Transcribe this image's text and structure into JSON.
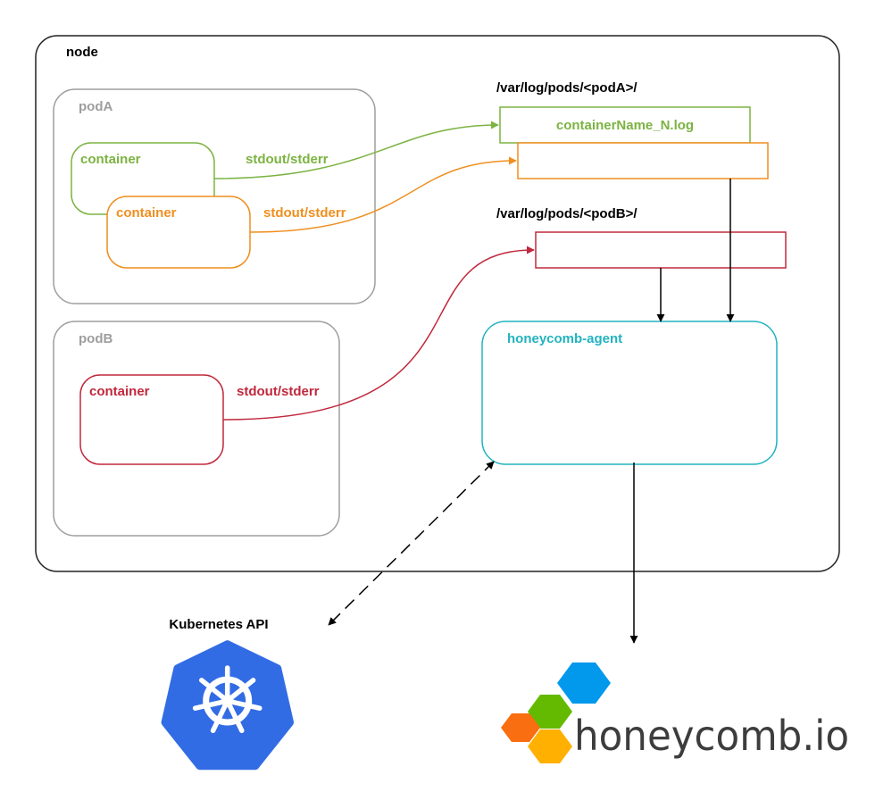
{
  "node": {
    "label": "node"
  },
  "podA": {
    "label": "podA",
    "containers": [
      {
        "label": "container",
        "stream": "stdout/stderr"
      },
      {
        "label": "container",
        "stream": "stdout/stderr"
      }
    ]
  },
  "podB": {
    "label": "podB",
    "containers": [
      {
        "label": "container",
        "stream": "stdout/stderr"
      }
    ]
  },
  "paths": {
    "podA": "/var/log/pods/<podA>/",
    "podB": "/var/log/pods/<podB>/"
  },
  "logfile": {
    "label": "containerName_N.log"
  },
  "agent": {
    "label": "honeycomb-agent"
  },
  "k8s": {
    "label": "Kubernetes API"
  },
  "honeycomb": {
    "label": "honeycomb.io"
  },
  "colors": {
    "green": "#7cb342",
    "orange": "#ef8f1f",
    "red": "#c0283c",
    "teal": "#22b3bf",
    "gray": "#9e9e9e",
    "k8s_blue": "#326ce5",
    "hc_blue": "#0298ec",
    "hc_green": "#64ba00",
    "hc_orange": "#f96e10",
    "hc_yellow": "#ffb000",
    "hc_text": "#3d3d3d"
  }
}
